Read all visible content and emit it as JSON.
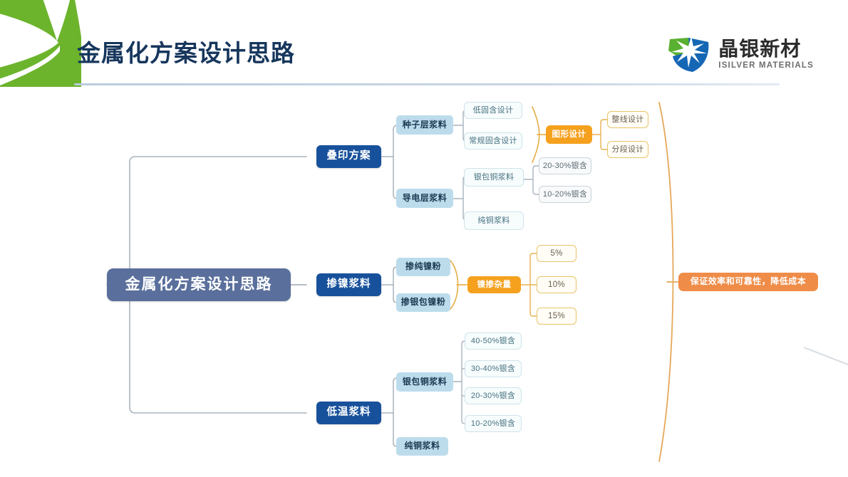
{
  "header": {
    "title": "金属化方案设计思路",
    "brand_cn": "晶银新材",
    "brand_en": "ISILVER MATERIALS",
    "logo_icon": "green-leaf-logo",
    "brand_icon": "isilver-star-logo"
  },
  "diagram": {
    "root": "金属化方案设计思路",
    "branches": [
      {
        "label": "叠印方案",
        "children": [
          {
            "label": "种子层浆料",
            "children": [
              {
                "label": "低固含设计"
              },
              {
                "label": "常规固含设计"
              }
            ],
            "brace_to": {
              "label": "图形设计",
              "children": [
                {
                  "label": "整线设计"
                },
                {
                  "label": "分段设计"
                }
              ]
            }
          },
          {
            "label": "导电层浆料",
            "children": [
              {
                "label": "银包铜浆料",
                "children": [
                  {
                    "label": "20-30%银含"
                  },
                  {
                    "label": "10-20%银含"
                  }
                ]
              },
              {
                "label": "纯铜浆料"
              }
            ]
          }
        ]
      },
      {
        "label": "掺镍浆料",
        "children": [
          {
            "label": "掺纯镍粉"
          },
          {
            "label": "掺银包镍粉"
          }
        ],
        "brace_to": {
          "label": "镍掺杂量",
          "children": [
            {
              "label": "5%"
            },
            {
              "label": "10%"
            },
            {
              "label": "15%"
            }
          ]
        }
      },
      {
        "label": "低温浆料",
        "children": [
          {
            "label": "银包铜浆料",
            "children": [
              {
                "label": "40-50%银含"
              },
              {
                "label": "30-40%银含"
              },
              {
                "label": "20-30%银含"
              },
              {
                "label": "10-20%银含"
              }
            ]
          },
          {
            "label": "纯铜浆料"
          }
        ]
      }
    ],
    "summary": "保证效率和可靠性，降低成本"
  },
  "colors": {
    "root_fill": "#5a6f9c",
    "level1_fill": "#18519b",
    "level2_fill": "#bcdcec",
    "level3_border": "#cfe3ea",
    "orange_fill": "#f5a11e",
    "orange_summary_fill": "#ef8c48",
    "orange_border": "#e8c469",
    "title_color": "#16365c",
    "leaf_green": "#6cb42c",
    "brand_blue": "#1566b5"
  }
}
